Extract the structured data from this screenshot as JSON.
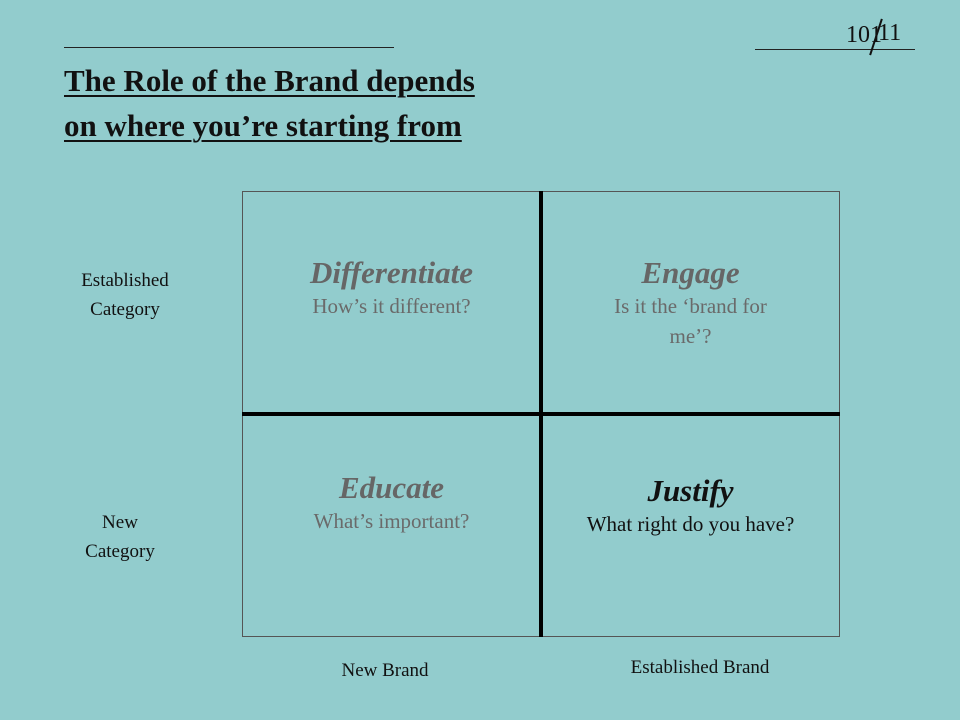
{
  "slide": {
    "title_line1": "The Role of the Brand depends",
    "title_line2": "on where you’re starting from",
    "logo": {
      "left": "101",
      "right": "11"
    }
  },
  "matrix": {
    "row_labels": {
      "established": "Established\nCategory",
      "new": "New\nCategory"
    },
    "col_labels": {
      "new": "New Brand",
      "established": "Established Brand"
    },
    "cells": {
      "top_left": {
        "heading": "Differentiate",
        "question": "How’s it different?"
      },
      "top_right": {
        "heading": "Engage",
        "question": "Is it the ‘brand for me’?"
      },
      "bottom_left": {
        "heading": "Educate",
        "question": "What’s important?"
      },
      "bottom_right": {
        "heading": "Justify",
        "question": "What right do you have?"
      }
    }
  },
  "colors": {
    "background": "#92cccd",
    "muted_text": "#666666",
    "text": "#111111"
  }
}
